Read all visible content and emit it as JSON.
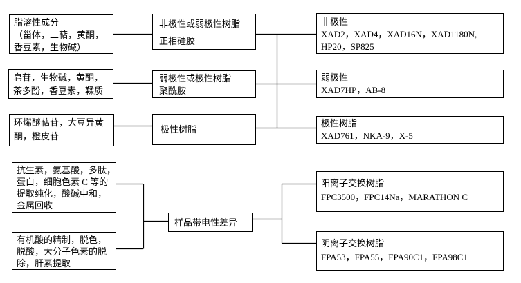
{
  "diagram": {
    "colors": {
      "background": "#ffffff",
      "border": "#000000",
      "text": "#000000"
    },
    "boxes": {
      "l1": {
        "lines": [
          "脂溶性成分",
          "（甾体，二萜，黄酮，",
          "香豆素，生物碱）"
        ]
      },
      "l2": {
        "lines": [
          "皂苷，生物碱，黄酮，",
          "茶多酚，香豆素，鞣质"
        ]
      },
      "l3": {
        "lines": [
          "环烯醚萜苷，大豆异黄",
          "酮，橙皮苷"
        ]
      },
      "l4": {
        "lines": [
          "抗生素，氨基酸，多肽，",
          "蛋白，细胞色素 C 等的",
          "提取纯化，酸碱中和，",
          "金属回收"
        ]
      },
      "l5": {
        "lines": [
          "有机酸的精制，脱色，",
          "脱酸，大分子色素的脱",
          "除，肝素提取"
        ]
      },
      "m1": {
        "lines": [
          "非极性或弱极性树脂",
          "正相硅胶"
        ]
      },
      "m2": {
        "lines": [
          "弱极性或极性树脂",
          "聚酰胺"
        ]
      },
      "m3": {
        "lines": [
          "极性树脂"
        ]
      },
      "m4": {
        "lines": [
          "样品带电性差异"
        ]
      },
      "r1": {
        "lines": [
          "非极性",
          "XAD2，XAD4，XAD16N，XAD1180N,",
          "HP20，SP825"
        ]
      },
      "r2": {
        "lines": [
          "弱极性",
          "XAD7HP，AB-8"
        ]
      },
      "r3": {
        "lines": [
          "极性树脂",
          "XAD761，NKA-9，X-5"
        ]
      },
      "r4": {
        "lines": [
          "阳离子交换树脂",
          "FPC3500，FPC14Na，MARATHON C"
        ]
      },
      "r5": {
        "lines": [
          "阴离子交换树脂",
          "FPA53，FPA55，FPA90C1，FPA98C1"
        ]
      }
    }
  }
}
